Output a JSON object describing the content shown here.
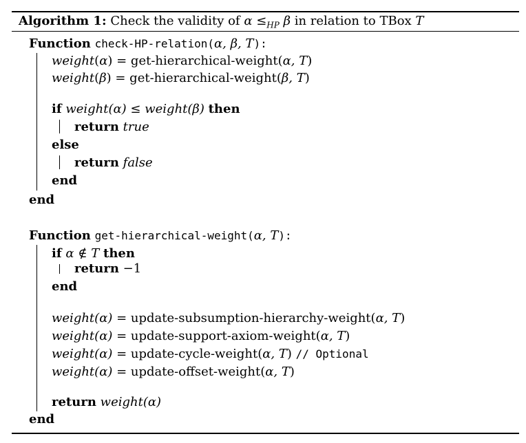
{
  "caption": {
    "label": "Algorithm 1:",
    "text_pre": "Check the validity of ",
    "alpha": "α",
    "leq": "≤",
    "sub": "HP",
    "beta": "β",
    "text_post": " in relation to TBox ",
    "T": "T"
  },
  "kw": {
    "function": "Function",
    "if": "if",
    "then": "then",
    "else": "else",
    "end": "end",
    "return": "return"
  },
  "f1": {
    "name": "check-HP-relation(",
    "args": "α, β, T",
    "close": "):",
    "lines": [
      {
        "lhs": "weight",
        "arg": "α",
        "rhs": " = get-hierarchical-weight(",
        "rhs_args": "α, T",
        "rhs_close": ")"
      },
      {
        "lhs": "weight",
        "arg": "β",
        "rhs": " = get-hierarchical-weight(",
        "rhs_args": "β, T",
        "rhs_close": ")"
      }
    ],
    "cond_lhs": "weight(α)",
    "cond_op": " ≤ ",
    "cond_rhs": "weight(β)",
    "ret_true": "true",
    "ret_false": "false"
  },
  "f2": {
    "name": "get-hierarchical-weight(",
    "args": "α, T",
    "close": "):",
    "cond": "α ∉ T",
    "ret_neg": "−1",
    "updates": [
      {
        "lhs": "weight(α)",
        "rhs": " = update-subsumption-hierarchy-weight(",
        "args": "α, T",
        "close": ")",
        "comment": ""
      },
      {
        "lhs": "weight(α)",
        "rhs": " = update-support-axiom-weight(",
        "args": "α, T",
        "close": ")",
        "comment": ""
      },
      {
        "lhs": "weight(α)",
        "rhs": " = update-cycle-weight(",
        "args": "α, T",
        "close": ")",
        "comment": "// Optional"
      },
      {
        "lhs": "weight(α)",
        "rhs": " = update-offset-weight(",
        "args": "α, T",
        "close": ")",
        "comment": ""
      }
    ],
    "ret_val": "weight(α)"
  }
}
